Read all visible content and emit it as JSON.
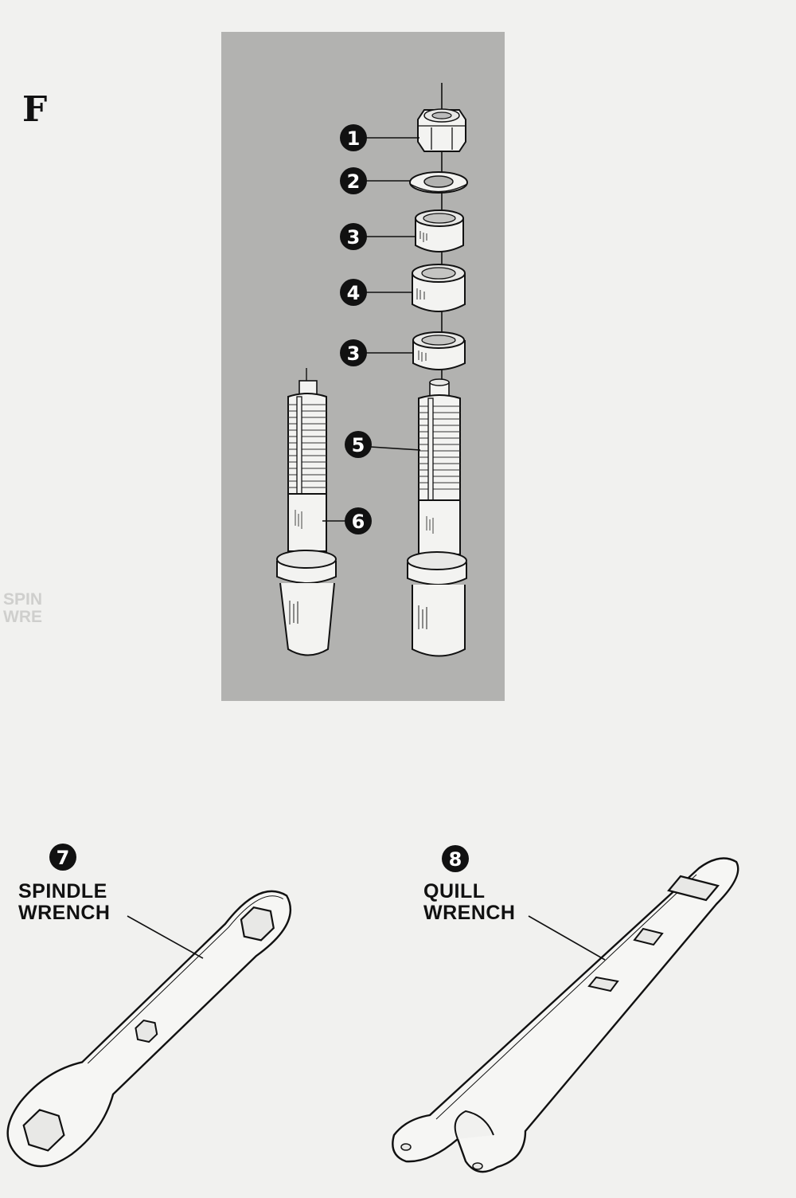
{
  "figure": {
    "letter": "F"
  },
  "callouts": [
    {
      "id": "1",
      "label": "1"
    },
    {
      "id": "2",
      "label": "2"
    },
    {
      "id": "3a",
      "label": "3"
    },
    {
      "id": "4",
      "label": "4"
    },
    {
      "id": "3b",
      "label": "3"
    },
    {
      "id": "5",
      "label": "5"
    },
    {
      "id": "6",
      "label": "6"
    },
    {
      "id": "7",
      "label": "7"
    },
    {
      "id": "8",
      "label": "8"
    }
  ],
  "wrenches": {
    "spindle": {
      "number": "7",
      "line1": "SPINDLE",
      "line2": "WRENCH"
    },
    "quill": {
      "number": "8",
      "line1": "QUILL",
      "line2": "WRENCH"
    }
  },
  "bleed_through": {
    "line1": "SPIN",
    "line2": "WRE"
  },
  "colors": {
    "panel": "#b2b2b0",
    "paper": "#f1f1ef",
    "ink": "#111111"
  }
}
